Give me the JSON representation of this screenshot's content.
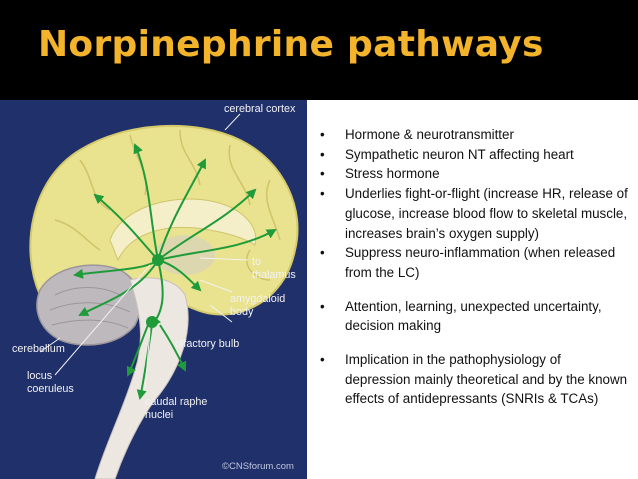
{
  "slide": {
    "title": "Norpinephrine pathways"
  },
  "diagram": {
    "labels": {
      "cerebral_cortex": "cerebral cortex",
      "to": "to",
      "thalamus": "thalamus",
      "amygdaloid": "amygdaloid",
      "body": "body",
      "cerebellum": "cerebellum",
      "olfactory_bulb": "olfactory bulb",
      "locus": "locus",
      "coeruleus": "coeruleus",
      "caudal_raphe": "caudal raphe",
      "nuclei": "nuclei",
      "credit": "©CNSforum.com"
    }
  },
  "bullets": [
    "Hormone & neurotransmitter",
    "Sympathetic neuron NT affecting heart",
    "Stress hormone",
    "Underlies fight-or-flight (increase HR, release of glucose, increase blood flow to skeletal muscle, increases brain’s oxygen supply)",
    "Suppress neuro-inflammation (when released from the LC)",
    "Attention, learning, unexpected uncertainty, decision making",
    "Implication in the pathophysiology of depression mainly theoretical and by the known effects of antidepressants (SNRIs & TCAs)"
  ],
  "colors": {
    "title": "#f3b32b",
    "diagram_background": "#20306a",
    "brain": "#e9e28e",
    "pathway": "#1f9b3a"
  }
}
